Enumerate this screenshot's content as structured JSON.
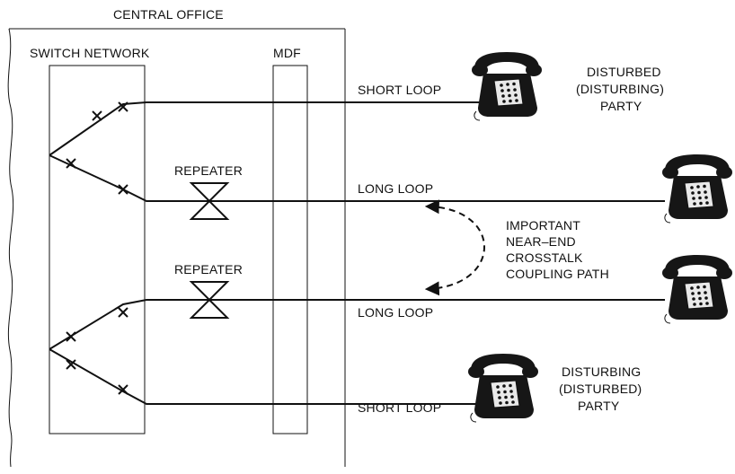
{
  "labels": {
    "central_office": "CENTRAL OFFICE",
    "switch_network": "SWITCH NETWORK",
    "mdf": "MDF",
    "repeater_top": "REPEATER",
    "repeater_bottom": "REPEATER",
    "short_loop_top": "SHORT LOOP",
    "long_loop_upper": "LONG LOOP",
    "long_loop_lower": "LONG LOOP",
    "short_loop_bottom": "SHORT LOOP",
    "party_top": [
      "DISTURBED",
      "(DISTURBING)",
      "PARTY"
    ],
    "party_bottom": [
      "DISTURBING",
      "(DISTURBED)",
      "PARTY"
    ],
    "crosstalk": [
      "IMPORTANT",
      "NEAR–END",
      "CROSSTALK",
      "COUPLING PATH"
    ]
  },
  "icons": {
    "telephone": "telephone-icon",
    "repeater": "repeater-icon",
    "crosspoint": "crosspoint-x-icon",
    "arrow": "dashed-arrow-icon"
  }
}
